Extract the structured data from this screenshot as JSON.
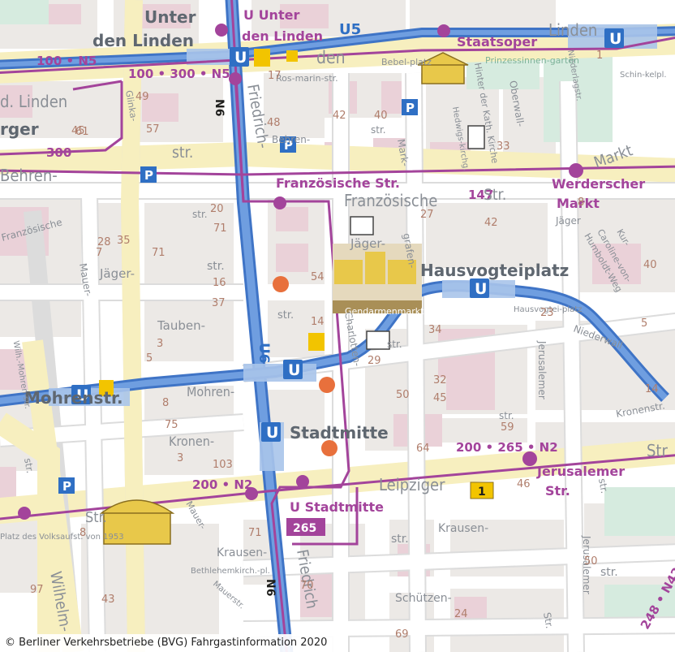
{
  "stations": {
    "u_unter_den_linden": "U Unter den Linden",
    "u_unter_den_linden_l1": "U Unter",
    "u_unter_den_linden_l2": "den Linden",
    "u_unter_big_l1": "Unter",
    "u_unter_big_l2": "den Linden",
    "mohrenstr": "Mohrenstr.",
    "hausvogteiplatz": "Hausvogteiplatz",
    "stadtmitte": "Stadtmitte",
    "u_stadtmitte": "U Stadtmitte"
  },
  "stops": {
    "staatsoper": "Staatsoper",
    "franzoesische_str": "Französische Str.",
    "werderscher_markt_l1": "Werderscher",
    "werderscher_markt_l2": "Markt",
    "jerusalemer_str_l1": "Jerusalemer",
    "jerusalemer_str_l2": "Str."
  },
  "lines": {
    "u5": "U5",
    "u6": "U6",
    "n5": "100 • N5",
    "n5b": "100 • 300 • N5",
    "r300": "300",
    "r147": "147",
    "n2": "200 • 265 • N2",
    "n2b": "200 • N2",
    "n6": "N6",
    "n6b": "N6",
    "n42": "248 • N42",
    "bus265": "265"
  },
  "streets": {
    "unter_den_linden": "Unter",
    "unter_den": "den",
    "linden_right": "Linden",
    "d_linden": "d. Linden",
    "rger": "rger",
    "behren": "Behren-",
    "behren2": "Behren-",
    "str_a": "str.",
    "franzoesische": "Französische",
    "franzoesische_small": "Französische",
    "str_b": "Str.",
    "markt": "Markt",
    "jaeger": "Jäger-",
    "jaeger2": "Jäger-",
    "jaeger3": "Jäger",
    "str_c": "str.",
    "tauben": "Tauben-",
    "str_d": "str.",
    "mohren": "Mohren-",
    "kronen": "Kronen-",
    "kronenstr": "Kronenstr.",
    "leipziger": "Leipziger",
    "str_e": "Str.",
    "str_f": "Str",
    "krausen": "Krausen-",
    "krausen2": "Krausen-",
    "str_g": "str.",
    "schuetzen": "Schützen-",
    "str_h": "str.",
    "friedrich": "Friedrich-",
    "friedrich2": "Friedrich",
    "mauer": "Mauer-",
    "mauerstr": "Mauerstr.",
    "mauer2": "Mauer-",
    "glinka": "Glinka-",
    "charlotten": "Charlotten-",
    "jerusalemer": "Jerusalemer",
    "jerusalemer2": "Jerusalemer",
    "markgrafen": "Mark-",
    "markgrafen2": "grafen-",
    "oberwall": "Oberwall-",
    "niederlagstr": "Niederlagstr.",
    "niederwall": "Niederwall",
    "hinter_kath": "Hinter der Kath. Kirche",
    "hedwigskirchg": "Hedwigs-kirchg.",
    "bebelplatz": "Bebel-platz",
    "rosmarin": "Ros-marin-str.",
    "schinkelplatz": "Schin-kelpl.",
    "caroline_von": "Caroline-von-",
    "humboldt_weg": "Humboldt-Weg",
    "kur": "Kur-",
    "hausvogtei_platz": "Hausvogtei-platz",
    "gendarmenmarkt": "Gendarmenmarkt",
    "prinzessinnengarten": "Prinzessinnen-garten",
    "platz_des_volksaufstandes": "Platz des Volksaufst. von 1953",
    "wilhelm": "Wilhelm-",
    "bethlehemkirch": "Bethlehemkirch.-pl.",
    "wilh_mohren": "Wilh.-Mohren-str.",
    "str_wilh": "str.",
    "n_str": "str.",
    "str_i": "str.",
    "str_j": "str.",
    "str_k": "str.",
    "str_l": "str.",
    "str_m": "Str."
  },
  "house_numbers": [
    "17",
    "49",
    "45",
    "61",
    "57",
    "48",
    "42",
    "40",
    "33",
    "27",
    "42",
    "20",
    "71",
    "71",
    "35",
    "28",
    "7",
    "16",
    "37",
    "54",
    "14",
    "3",
    "5",
    "8",
    "75",
    "3",
    "103",
    "29",
    "50",
    "34",
    "32",
    "45",
    "59",
    "64",
    "46",
    "71",
    "8",
    "70",
    "69",
    "24",
    "97",
    "43",
    "1",
    "8",
    "40",
    "50",
    "5",
    "14",
    "23"
  ],
  "markers": {
    "n5_header": "100•N5",
    "parking_label": "P",
    "u_label": "U",
    "sbahn_label": "1"
  },
  "copyright": "© Berliner Verkehrsbetriebe (BVG) Fahrgastinformation 2020",
  "colors": {
    "u_line": "#5b8fd6",
    "u_line_dark": "#3f74c6",
    "bus_line": "#a3449b",
    "street_main": "#f7efbf",
    "block": "#eeeae6",
    "block_dark": "#e7c6cf",
    "green": "#cfe8d8"
  }
}
